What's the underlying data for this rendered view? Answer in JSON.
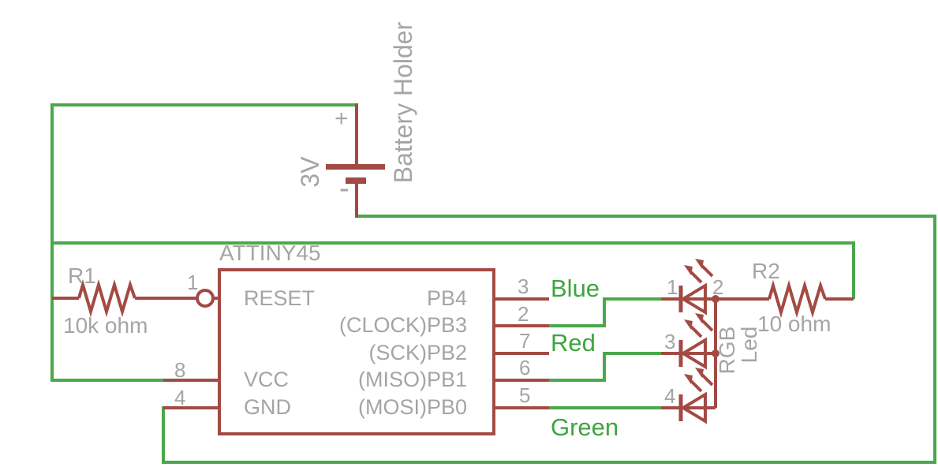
{
  "colors": {
    "wire_green": "#4ba74b",
    "component_red": "#a34a44",
    "label_gray": "#a5a5a5",
    "net_label_green": "#3fa43f"
  },
  "battery": {
    "name": "Battery Holder",
    "voltage": "3V",
    "plus": "+",
    "minus": "-"
  },
  "ic": {
    "name": "ATTINY45",
    "pins_left": [
      {
        "num": "1",
        "name": "RESET"
      },
      {
        "num": "8",
        "name": "VCC"
      },
      {
        "num": "4",
        "name": "GND"
      }
    ],
    "pins_right": [
      {
        "num": "3",
        "name": "PB4"
      },
      {
        "num": "2",
        "name": "(CLOCK)PB3"
      },
      {
        "num": "7",
        "name": "(SCK)PB2"
      },
      {
        "num": "6",
        "name": "(MISO)PB1"
      },
      {
        "num": "5",
        "name": "(MOSI)PB0"
      }
    ]
  },
  "resistors": [
    {
      "name": "R1",
      "value": "10k ohm"
    },
    {
      "name": "R2",
      "value": "10 ohm"
    }
  ],
  "led": {
    "title_line1": "RGB",
    "title_line2": "Led",
    "pins": [
      "1",
      "2",
      "3",
      "4"
    ]
  },
  "nets": {
    "blue": "Blue",
    "red": "Red",
    "green": "Green"
  }
}
